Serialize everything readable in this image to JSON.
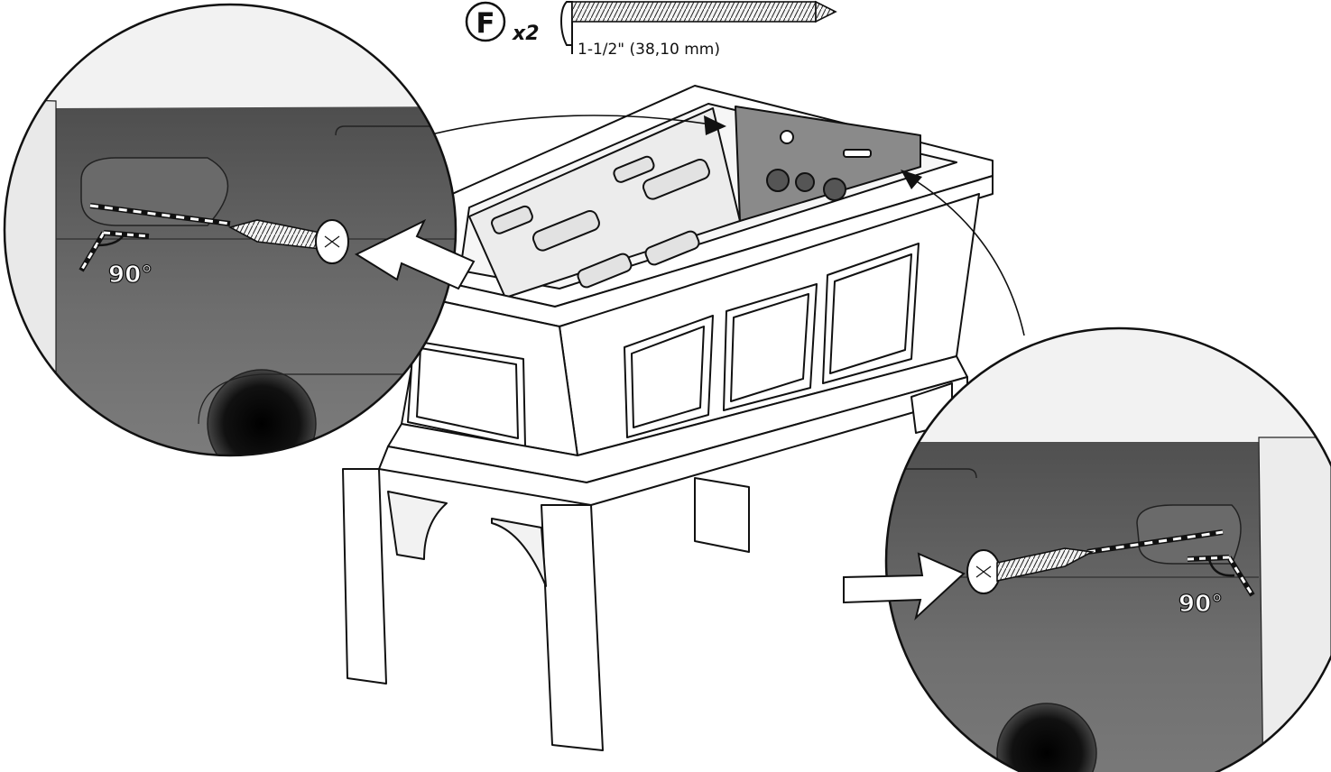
{
  "part": {
    "letter": "F",
    "quantity": "x2",
    "length_label": "1-1/2\" (38,10 mm)"
  },
  "details": {
    "left_angle": "90°",
    "right_angle": "90°"
  },
  "colors": {
    "ink": "#111111",
    "panel_dark": "#5a5a5a",
    "panel_mid": "#777777",
    "planter_fill": "#ffffff"
  },
  "icons": [
    "screw-icon",
    "arrow-icon",
    "angle-marker-icon"
  ]
}
